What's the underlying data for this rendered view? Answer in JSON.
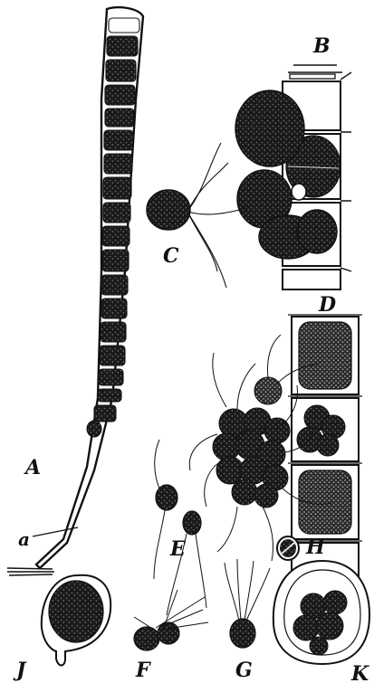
{
  "labels": {
    "A": "A",
    "a": "a",
    "B": "B",
    "C": "C",
    "D": "D",
    "E": "E",
    "F": "F",
    "G": "G",
    "H": "H",
    "J": "J",
    "K": "K"
  },
  "colors": {
    "ink": "#111111",
    "dark_fill": "#1a1a1a",
    "paper": "#ffffff",
    "speckle": "#7a7a7a"
  }
}
